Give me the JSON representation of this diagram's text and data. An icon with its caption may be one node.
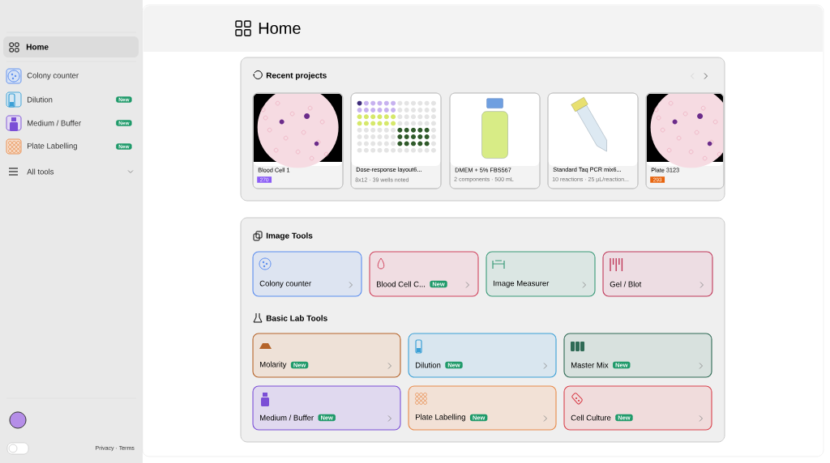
{
  "diagram": {
    "title": "Home",
    "nodes": [
      {
        "text": [
          "Home"
        ]
      },
      {
        "text": [
          "Recent projects"
        ]
      },
      {
        "text": [
          "Blood Cell 1",
          "270"
        ],
        "in": 1
      },
      {
        "text": [
          "Dose-response layout6...",
          "8x12 · 39 wells noted"
        ],
        "in": 1
      },
      {
        "text": [
          "DMEM + 5% FBS567",
          "2 components · 500 mL"
        ],
        "in": 1
      },
      {
        "text": [
          "Standard Taq PCR mix6...",
          "10 reactions · 25 µL/reaction..."
        ],
        "in": 1
      },
      {
        "text": [
          "Plate 3123",
          "293"
        ],
        "in": 1
      },
      {
        "text": [
          "Image Tools",
          "Basic Lab Tools"
        ]
      },
      {
        "text": [
          "Colony counter"
        ],
        "in": 7
      },
      {
        "text": [
          "Blood Cell C...",
          "New"
        ],
        "in": 7
      },
      {
        "text": [
          "Image Measurer"
        ],
        "in": 7
      },
      {
        "text": [
          "Gel / Blot"
        ],
        "in": 7
      },
      {
        "text": [
          "Molarity",
          "New"
        ],
        "in": 7
      },
      {
        "text": [
          "Dilution",
          "New"
        ],
        "in": 7
      },
      {
        "text": [
          "Master Mix",
          "New"
        ],
        "in": 7
      },
      {
        "text": [
          "Medium / Buffer",
          "New"
        ],
        "in": 7
      },
      {
        "text": [
          "Plate Labelling",
          "New"
        ],
        "in": 7
      },
      {
        "text": [
          "Cell Culture",
          "New"
        ],
        "in": 7
      }
    ],
    "labels": [
      "Colony counter",
      "Dilution",
      "New",
      "Medium / Buffer",
      "New",
      "Plate Labelling",
      "New",
      "All tools",
      "Privacy · Terms"
    ]
  }
}
